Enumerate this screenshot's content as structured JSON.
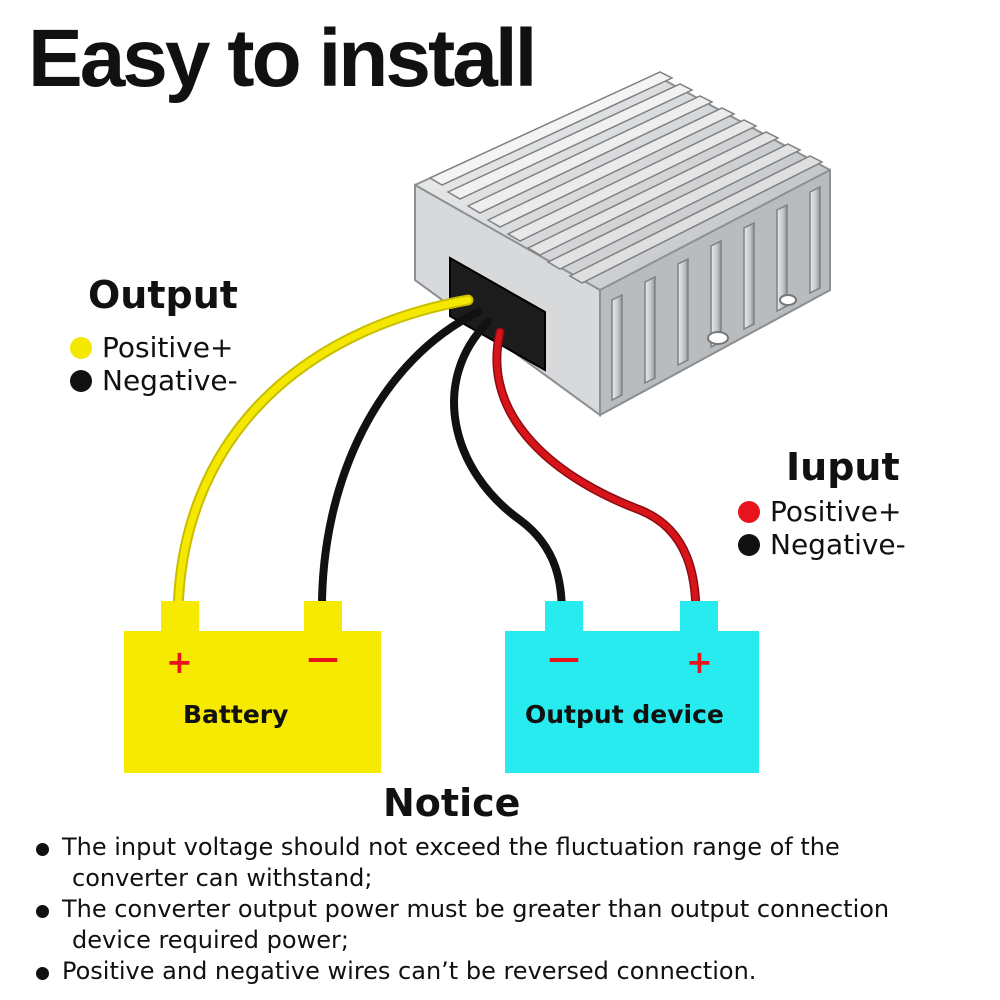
{
  "title": "Easy to install",
  "output": {
    "heading": "Output",
    "items": [
      {
        "color": "#f4e800",
        "label": "Positive+"
      },
      {
        "color": "#111111",
        "label": "Negative-"
      }
    ]
  },
  "input": {
    "heading": "Iuput",
    "items": [
      {
        "color": "#e8141b",
        "label": "Positive+"
      },
      {
        "color": "#111111",
        "label": "Negative-"
      }
    ]
  },
  "battery": {
    "label": "Battery",
    "plus": "+",
    "minus": "—",
    "color": "#f6ea00"
  },
  "output_device": {
    "label": "Output device",
    "plus": "+",
    "minus": "—",
    "color": "#27ebef"
  },
  "notice": {
    "title": "Notice",
    "items": [
      {
        "line1": "The input voltage should not exceed the fluctuation range of the",
        "line2": "converter can withstand;"
      },
      {
        "line1": "The converter output power must be greater than output connection",
        "line2": "device required power;"
      },
      {
        "line1": "Positive and negative wires can’t be reversed connection.",
        "line2": ""
      }
    ]
  },
  "colors": {
    "wire_yellow": "#f4e800",
    "wire_black": "#111111",
    "wire_red": "#d8141b",
    "sign_red": "#e8141b"
  }
}
